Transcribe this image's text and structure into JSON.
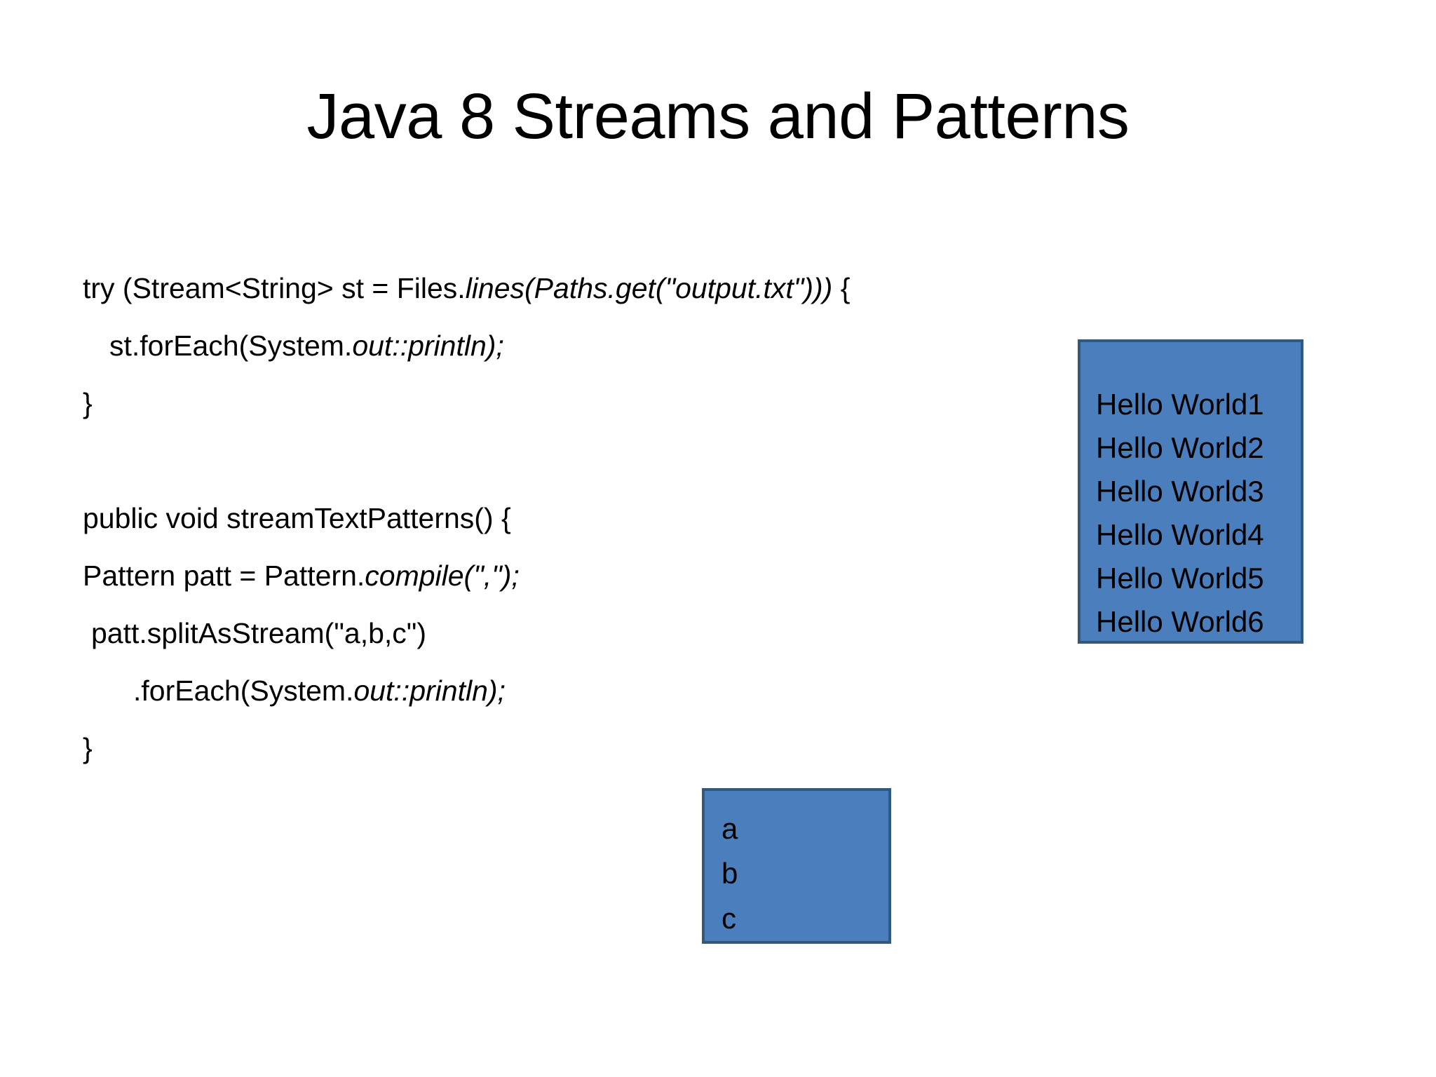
{
  "slide": {
    "title": "Java 8 Streams and Patterns",
    "background_color": "#FFFFFF",
    "text_color": "#000000"
  },
  "code": {
    "lines": [
      {
        "indent": 0,
        "plain": "try (Stream<String> st = Files.",
        "italic": "lines(Paths.get(\"output.txt\")))",
        "tail": " {"
      },
      {
        "indent": 1,
        "plain": "st.forEach(System.",
        "italic": "out::println);",
        "tail": ""
      },
      {
        "indent": 0,
        "plain": "}",
        "italic": "",
        "tail": ""
      },
      {
        "indent": 0,
        "plain": "",
        "italic": "",
        "tail": ""
      },
      {
        "indent": 0,
        "plain": "public void streamTextPatterns() {",
        "italic": "",
        "tail": ""
      },
      {
        "indent": 0,
        "plain": "Pattern patt = Pattern.",
        "italic": "compile(\",\");",
        "tail": ""
      },
      {
        "indent": 3,
        "plain": "patt.splitAsStream(\"a,b,c\")",
        "italic": "",
        "tail": ""
      },
      {
        "indent": 2,
        "plain": ".forEach(System.",
        "italic": "out::println);",
        "tail": ""
      },
      {
        "indent": 0,
        "plain": "}",
        "italic": "",
        "tail": ""
      }
    ]
  },
  "output_boxes": [
    {
      "id": "hello",
      "fill_color": "#4A7EBC",
      "border_color": "#31597F",
      "lines": [
        "Hello World1",
        "Hello World2",
        "Hello World3",
        "Hello World4",
        "Hello World5",
        "Hello World6"
      ]
    },
    {
      "id": "abc",
      "fill_color": "#4A7EBC",
      "border_color": "#31597F",
      "lines": [
        "a",
        "b",
        "c"
      ]
    }
  ]
}
